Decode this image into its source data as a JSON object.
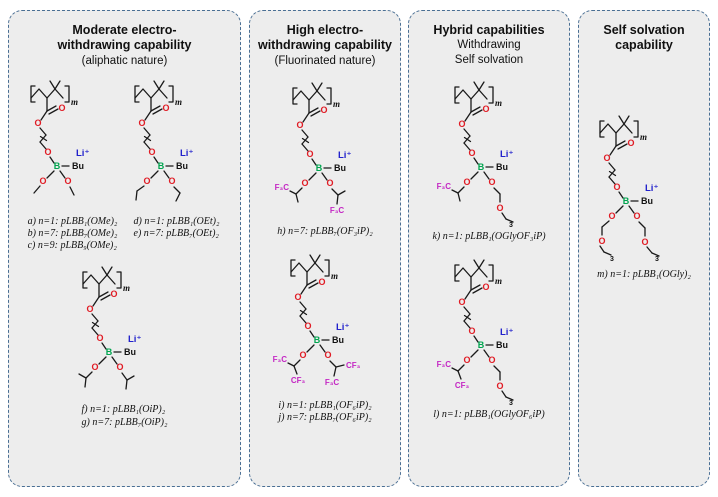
{
  "colors": {
    "oxygen": "#e01b24",
    "boron": "#00a44f",
    "lithium": "#2222cc",
    "fluorine": "#c427c4",
    "panel-border": "#4a6f94",
    "panel-bg": "#ededed",
    "bond": "#1a1a1a"
  },
  "atoms": {
    "o": "O",
    "b": "B",
    "bu": "Bu",
    "li": "Li⁺",
    "m": "m",
    "f3c": "F₃C",
    "cf3": "CF₃",
    "sub3": "3"
  },
  "panels": [
    {
      "title_lines": [
        "Moderate electro-",
        "withdrawing capability"
      ],
      "subtitle": "(aliphatic nature)",
      "groups": [
        {
          "captions": [
            "a) n=1: pLBB₁(OMe)₂",
            "b) n=7: pLBB₇(OMe)₂",
            "c) n=9: pLBB₉(OMe)₂"
          ]
        },
        {
          "captions": [
            "d) n=1: pLBB₁(OEt)₂",
            "e) n=7: pLBB₇(OEt)₂"
          ]
        },
        {
          "captions": [
            "f) n=1: pLBB₁(OiP)₂",
            "g) n=7: pLBB₇(OiP)₂"
          ]
        }
      ]
    },
    {
      "title_lines": [
        "High electro-",
        "withdrawing capability"
      ],
      "subtitle": "(Fluorinated nature)",
      "groups": [
        {
          "captions": [
            "h) n=7: pLBB₇(OF₃iP)₂"
          ]
        },
        {
          "captions": [
            "i) n=1: pLBB₁(OF₆iP)₂",
            "j) n=7: pLBB₇(OF₆iP)₂"
          ]
        }
      ]
    },
    {
      "title_lines": [
        "Hybrid capabilities"
      ],
      "subtitle_lines": [
        "Withdrawing",
        "Self solvation"
      ],
      "groups": [
        {
          "captions": [
            "k) n=1: pLBB₁(OGlyOF₃iP)"
          ]
        },
        {
          "captions": [
            "l) n=1: pLBB₁(OGlyOF₆iP)"
          ]
        }
      ]
    },
    {
      "title_lines": [
        "Self solvation",
        "capability"
      ],
      "groups": [
        {
          "captions": [
            "m) n=1: pLBB₁(OGly)₂"
          ]
        }
      ]
    }
  ]
}
